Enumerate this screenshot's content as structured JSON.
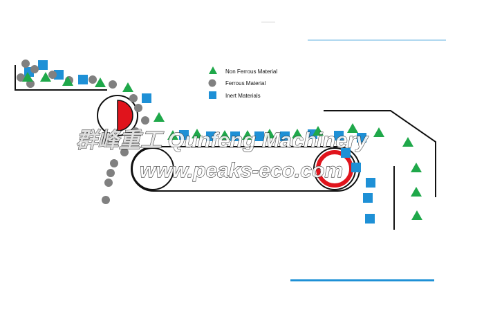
{
  "legend": {
    "items": [
      {
        "shape": "triangle",
        "label": "Non Ferrous Material"
      },
      {
        "shape": "circle",
        "label": "Ferrous Material"
      },
      {
        "shape": "square",
        "label": "Inert Materials"
      }
    ]
  },
  "watermark": {
    "line1": "群峰重工 Qunfeng Machinery",
    "line2": "www.peaks-eco.com"
  },
  "colors": {
    "non_ferrous": "#1fa84a",
    "ferrous": "#808080",
    "inert": "#1e90d6",
    "magnet": "#e0141c",
    "accent_line": "#1e90d6",
    "frame": "#111111"
  }
}
